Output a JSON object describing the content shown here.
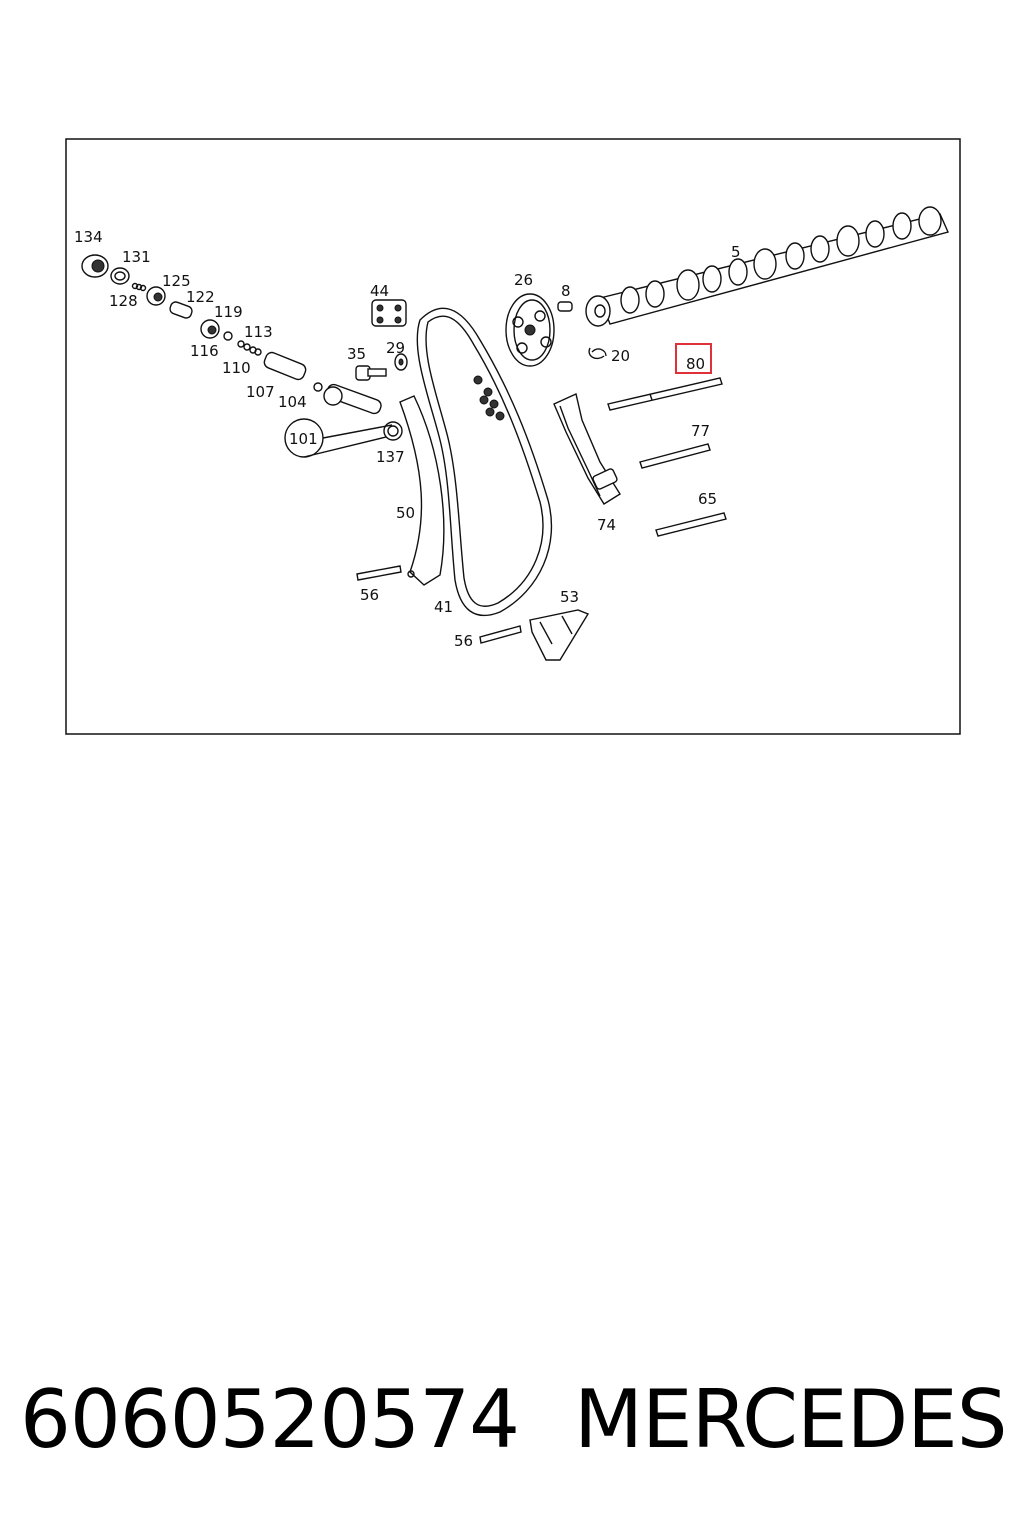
{
  "diagram": {
    "callouts": {
      "c134": "134",
      "c131": "131",
      "c128": "128",
      "c125": "125",
      "c122": "122",
      "c119": "119",
      "c116": "116",
      "c113": "113",
      "c110": "110",
      "c107": "107",
      "c104": "104",
      "c101": "101",
      "c137": "137",
      "c44": "44",
      "c35": "35",
      "c29": "29",
      "c50": "50",
      "c56a": "56",
      "c41": "41",
      "c56b": "56",
      "c26": "26",
      "c8": "8",
      "c20": "20",
      "c5": "5",
      "c80": "80",
      "c77": "77",
      "c74": "74",
      "c65": "65",
      "c53": "53"
    },
    "highlight": {
      "part": "80",
      "color": "#e0303a"
    }
  },
  "footer": {
    "part_number": "6060520574",
    "brand": "MERCEDES"
  }
}
